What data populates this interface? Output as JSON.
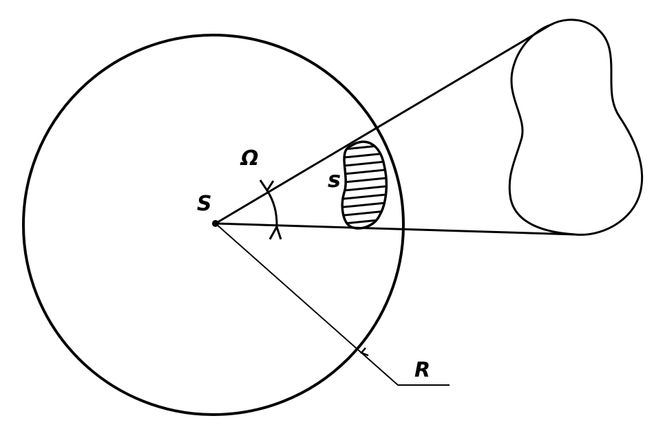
{
  "diagram": {
    "labels": {
      "source": "S",
      "solid_angle": "Ω",
      "surface": "s",
      "radius": "R"
    },
    "colors": {
      "stroke": "#000000",
      "background": "#ffffff"
    }
  }
}
